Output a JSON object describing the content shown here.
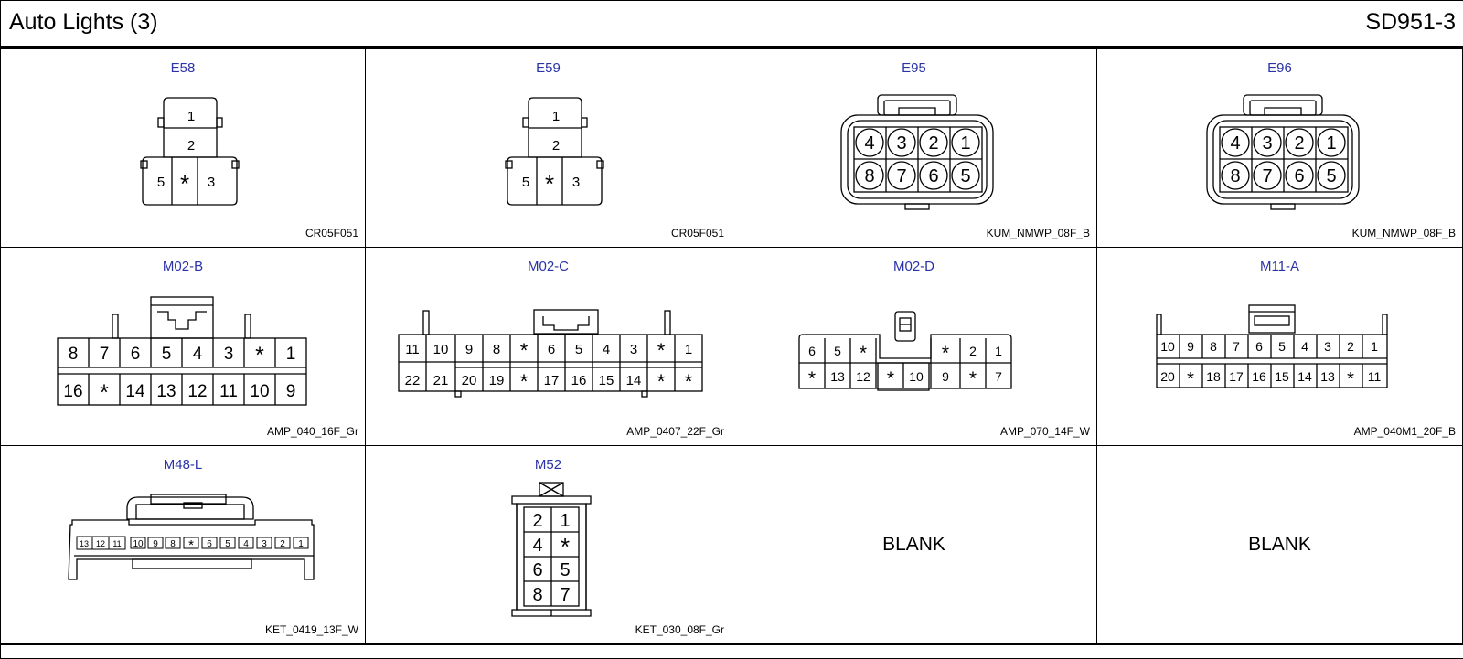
{
  "header": {
    "title": "Auto Lights (3)",
    "code": "SD951-3"
  },
  "connectors": [
    {
      "name": "E58",
      "type": "CR05F051"
    },
    {
      "name": "E59",
      "type": "CR05F051"
    },
    {
      "name": "E95",
      "type": "KUM_NMWP_08F_B"
    },
    {
      "name": "E96",
      "type": "KUM_NMWP_08F_B"
    },
    {
      "name": "M02-B",
      "type": "AMP_040_16F_Gr"
    },
    {
      "name": "M02-C",
      "type": "AMP_0407_22F_Gr"
    },
    {
      "name": "M02-D",
      "type": "AMP_070_14F_W"
    },
    {
      "name": "M11-A",
      "type": "AMP_040M1_20F_B"
    },
    {
      "name": "M48-L",
      "type": "KET_0419_13F_W"
    },
    {
      "name": "M52",
      "type": "KET_030_08F_Gr"
    }
  ],
  "blanks": {
    "cell_10": "BLANK",
    "cell_11": "BLANK"
  },
  "pins": {
    "e58": {
      "row1": [
        "1"
      ],
      "row2": [
        "2"
      ],
      "row3": [
        "5",
        "*",
        "3"
      ]
    },
    "e59": {
      "row1": [
        "1"
      ],
      "row2": [
        "2"
      ],
      "row3": [
        "5",
        "*",
        "3"
      ]
    },
    "e95": {
      "top": [
        "4",
        "3",
        "2",
        "1"
      ],
      "bottom": [
        "8",
        "7",
        "6",
        "5"
      ]
    },
    "e96": {
      "top": [
        "4",
        "3",
        "2",
        "1"
      ],
      "bottom": [
        "8",
        "7",
        "6",
        "5"
      ]
    },
    "m02b": {
      "top": [
        "8",
        "7",
        "6",
        "5",
        "4",
        "3",
        "*",
        "1"
      ],
      "bottom": [
        "16",
        "*",
        "14",
        "13",
        "12",
        "11",
        "10",
        "9"
      ]
    },
    "m02c": {
      "top": [
        "11",
        "10",
        "9",
        "8",
        "*",
        "6",
        "5",
        "4",
        "3",
        "*",
        "1"
      ],
      "bottom": [
        "22",
        "21",
        "20",
        "19",
        "*",
        "17",
        "16",
        "15",
        "14",
        "*",
        "*"
      ]
    },
    "m02d": {
      "topLeft": [
        "6",
        "5",
        "*"
      ],
      "topRight": [
        "*",
        "2",
        "1"
      ],
      "bottomLeft": [
        "*",
        "13",
        "12"
      ],
      "bottomMid": [
        "*",
        "10"
      ],
      "bottomRight": [
        "9",
        "*",
        "7"
      ]
    },
    "m11a": {
      "top": [
        "10",
        "9",
        "8",
        "7",
        "6",
        "5",
        "4",
        "3",
        "2",
        "1"
      ],
      "bottom": [
        "20",
        "*",
        "18",
        "17",
        "16",
        "15",
        "14",
        "13",
        "*",
        "11"
      ]
    },
    "m48l": {
      "row": [
        "13",
        "12",
        "11",
        "10",
        "9",
        "8",
        "*",
        "6",
        "5",
        "4",
        "3",
        "2",
        "1"
      ]
    },
    "m52": {
      "left": [
        "2",
        "4",
        "6",
        "8"
      ],
      "right": [
        "1",
        "*",
        "5",
        "7"
      ]
    }
  },
  "colors": {
    "connector_name": "#2b33a8",
    "lines": "#000000"
  }
}
